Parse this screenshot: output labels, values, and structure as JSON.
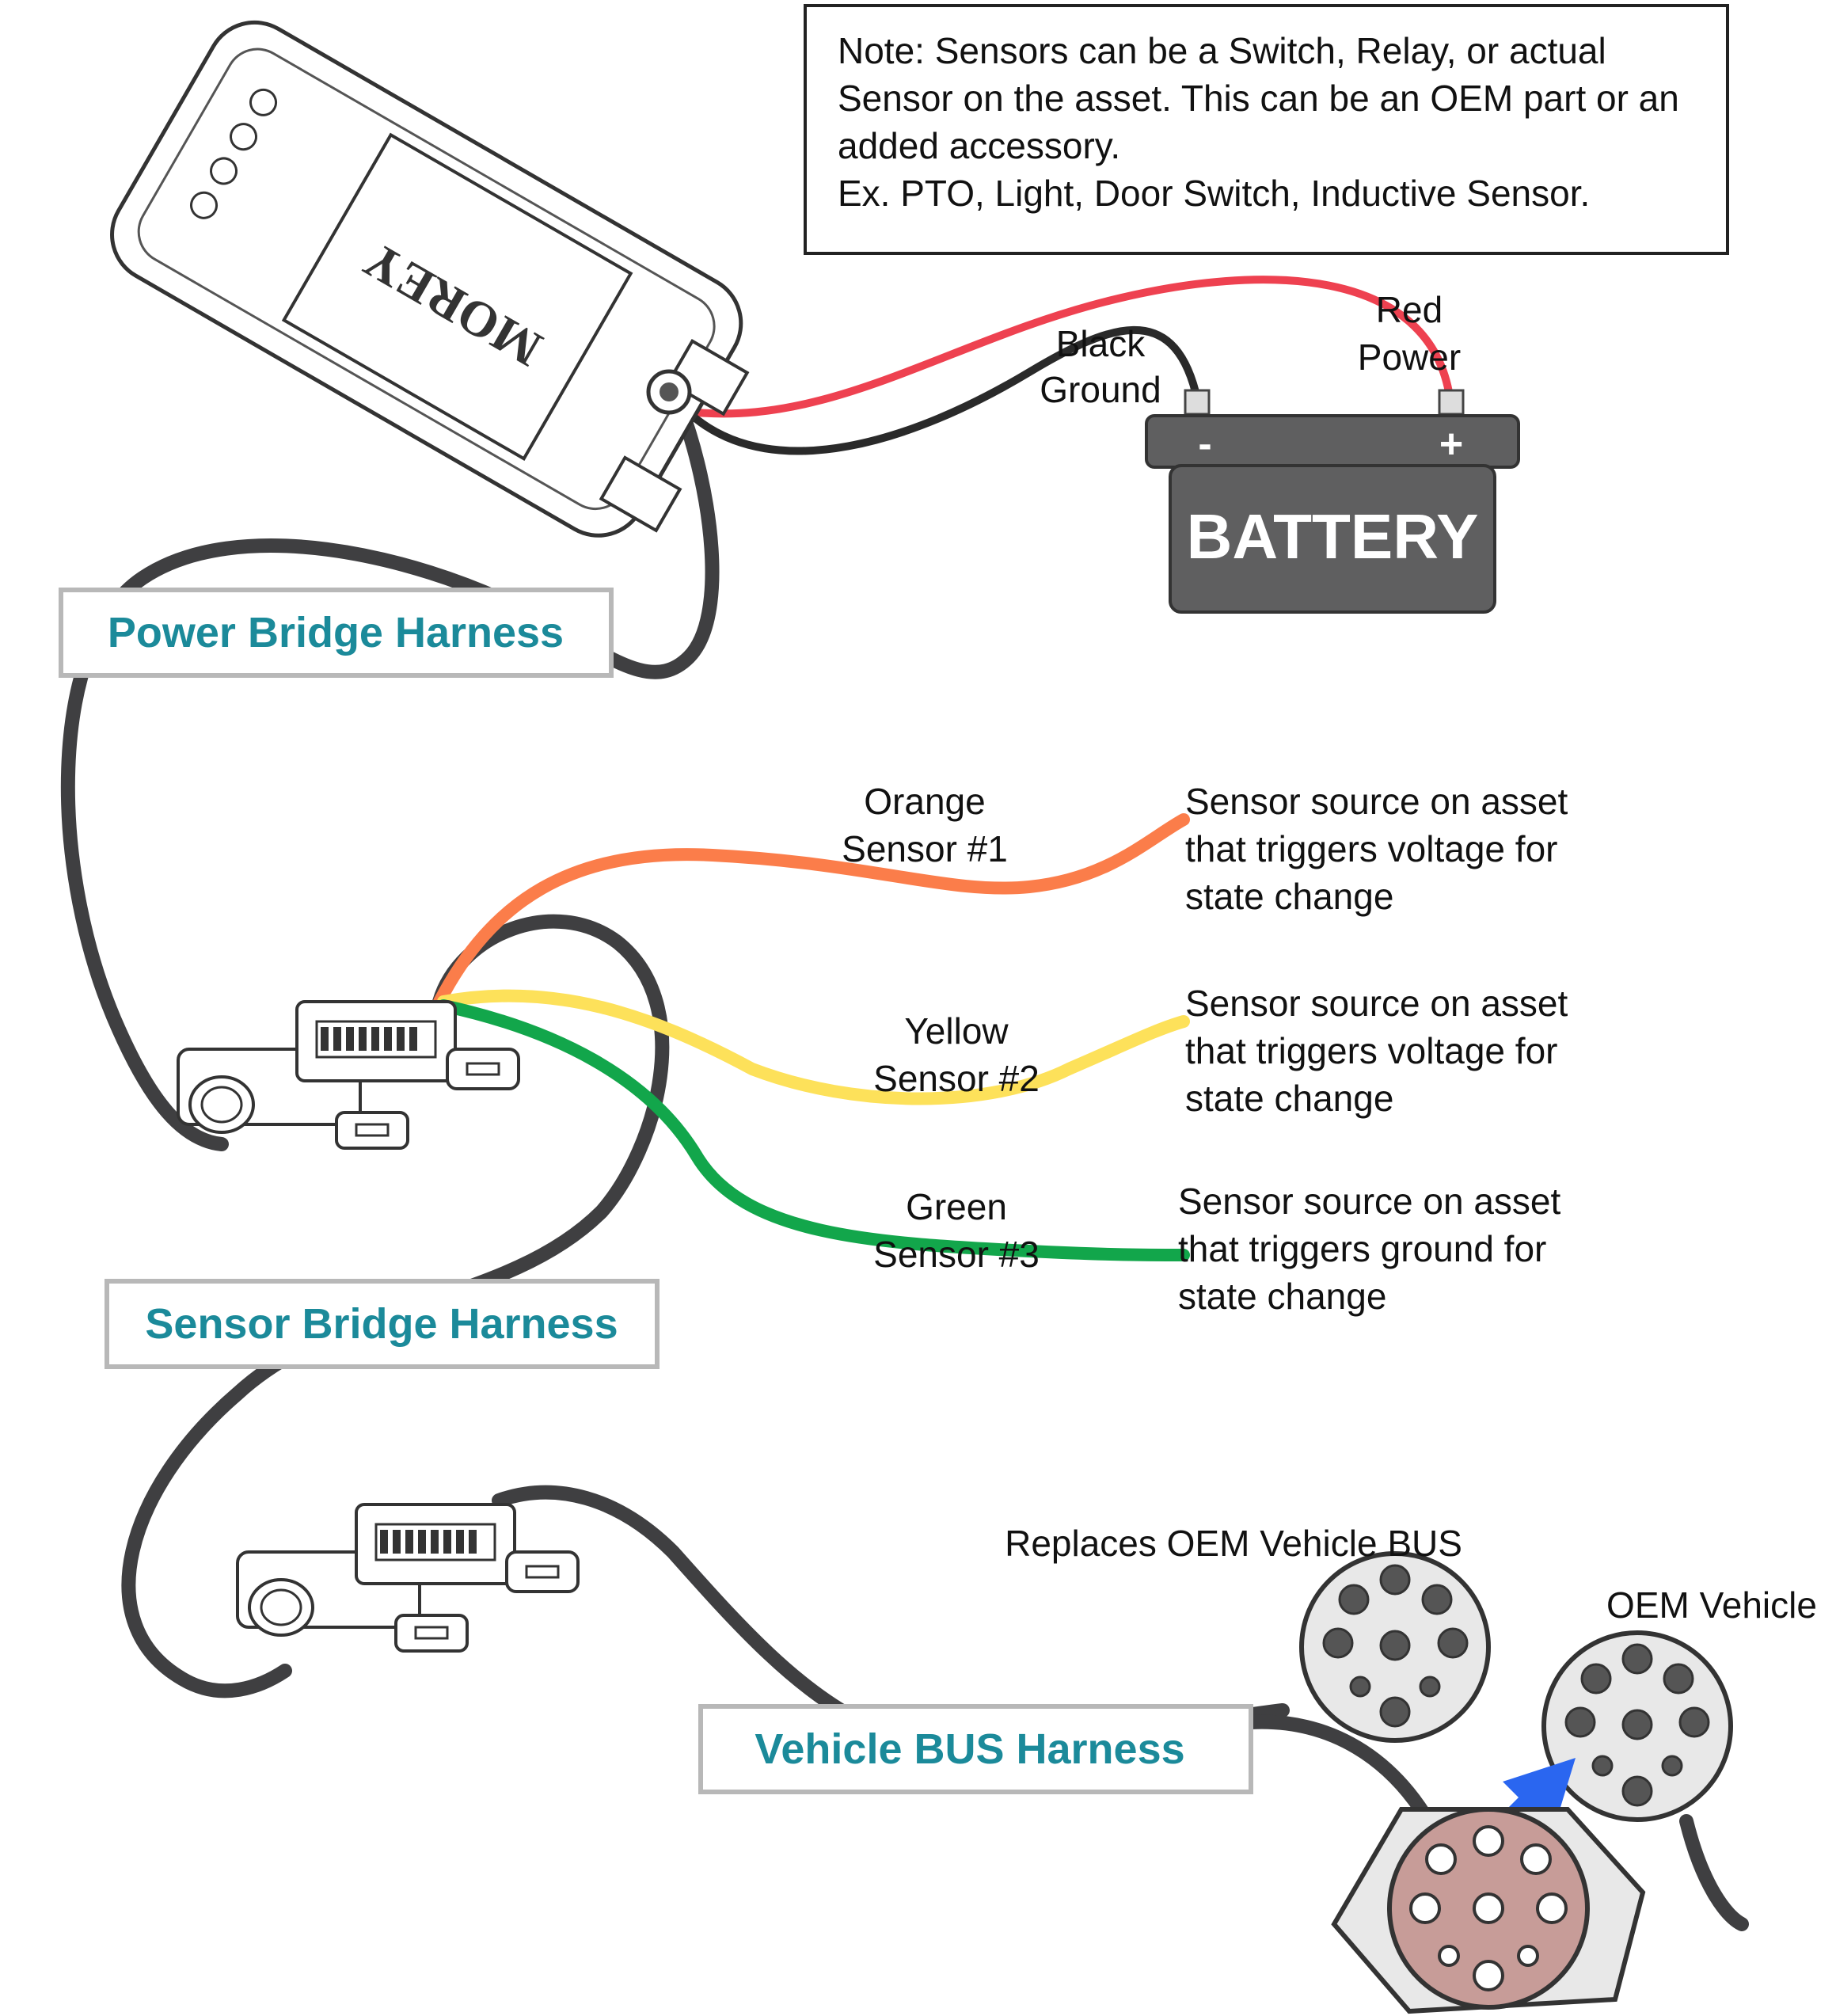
{
  "note": {
    "lines": [
      "Note: Sensors can be a Switch, Relay, or actual",
      "Sensor on the asset. This can be an OEM part or an",
      "added accessory.",
      "Ex. PTO, Light, Door Switch, Inductive Sensor."
    ]
  },
  "device": {
    "logo": "MOREY"
  },
  "battery": {
    "label": "BATTERY",
    "neg_symbol": "-",
    "pos_symbol": "+",
    "black_wire": [
      "Black",
      "Ground"
    ],
    "red_wire": [
      "Red",
      "Power"
    ]
  },
  "harnesses": {
    "power": "Power Bridge Harness",
    "sensor": "Sensor Bridge Harness",
    "vehicle": "Vehicle BUS Harness"
  },
  "sensors": [
    {
      "wire": [
        "Orange",
        "Sensor #1"
      ],
      "desc": [
        "Sensor source on asset",
        "that triggers voltage for",
        "state change"
      ],
      "color": "#fb7d4a"
    },
    {
      "wire": [
        "Yellow",
        "Sensor #2"
      ],
      "desc": [
        "Sensor source on asset",
        "that triggers voltage for",
        "state change"
      ],
      "color": "#fde15a"
    },
    {
      "wire": [
        "Green",
        "Sensor #3"
      ],
      "desc": [
        "Sensor source on asset",
        "that triggers ground for",
        "state change"
      ],
      "color": "#12a64b"
    }
  ],
  "connectors": {
    "replaces": "Replaces OEM Vehicle BUS",
    "oem": "OEM Vehicle"
  },
  "colors": {
    "cable": "#3f3f41",
    "red_wire": "#ee4150",
    "harness_text": "#1b8a9a",
    "battery_body": "#5f5f60",
    "arrow": "#2a66f0",
    "oem_socket": "#c79c98"
  }
}
